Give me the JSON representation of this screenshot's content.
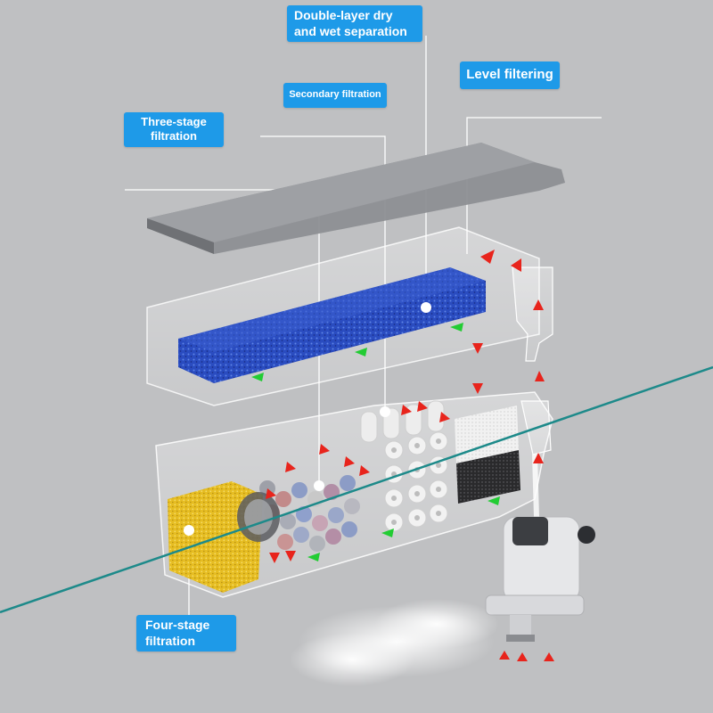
{
  "labels": {
    "double_layer": "Double-layer dry and wet separation",
    "level_filtering": "Level filtering",
    "secondary": "Secondary filtration",
    "three_stage": "Three-stage filtration",
    "four_stage": "Four-stage filtration"
  },
  "colors": {
    "background": "#bfc0c2",
    "label_fill": "#1e9ae8",
    "label_text": "#ffffff",
    "water_line": "#1d8a8a",
    "arrow_red": "#e8241c",
    "arrow_green": "#22cc33",
    "sponge_blue": "#2747b8",
    "media_yellow": "#e8c02a",
    "lid_gray": "#8a8c90"
  }
}
